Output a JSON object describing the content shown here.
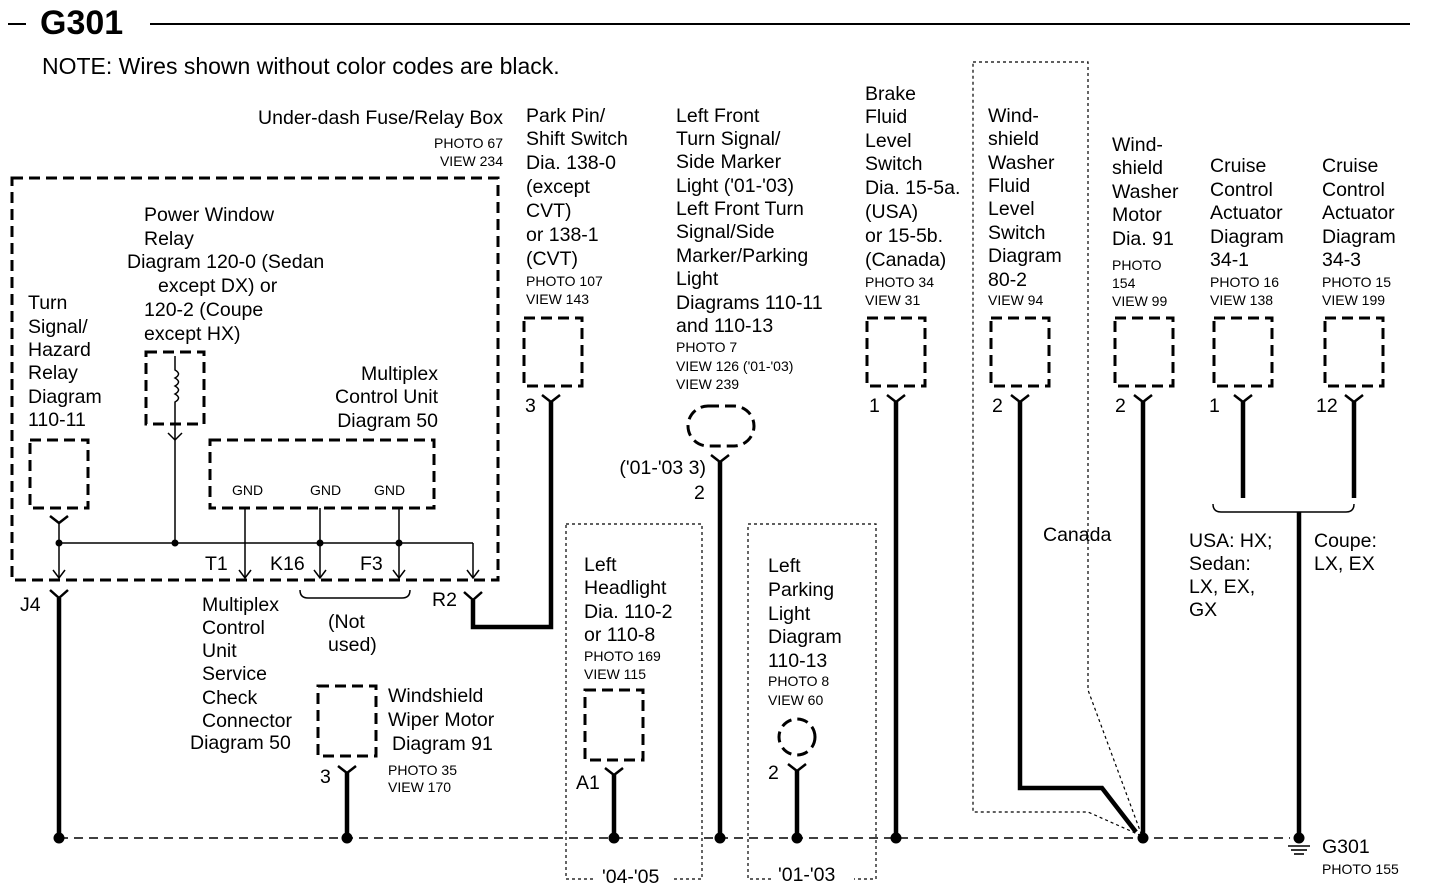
{
  "header": {
    "title": "G301",
    "note": "NOTE: Wires shown without color codes are black."
  },
  "fuse_box": {
    "title": "Under-dash Fuse/Relay Box",
    "photo": "PHOTO 67",
    "view": "VIEW 234",
    "power_window_relay": [
      "Power Window",
      "Relay",
      "Diagram 120-0 (Sedan",
      "except DX) or",
      "120-2 (Coupe",
      "except HX)"
    ],
    "turn_signal_relay": [
      "Turn",
      "Signal/",
      "Hazard",
      "Relay",
      "Diagram",
      "110-11"
    ],
    "multiplex_unit": [
      "Multiplex",
      "Control Unit",
      "Diagram  50"
    ],
    "gnd_labels": [
      "GND",
      "GND",
      "GND"
    ],
    "terminals": [
      "T1",
      "K16",
      "F3"
    ],
    "connector_j4": "J4",
    "connector_r2": "R2"
  },
  "not_used": [
    "(Not",
    "used)"
  ],
  "mcu_service": [
    "Multiplex",
    "Control",
    "Unit",
    "Service",
    "Check",
    "Connector",
    "Diagram 50"
  ],
  "wiper_motor": {
    "lines": [
      "Windshield",
      "Wiper Motor",
      "Diagram  91"
    ],
    "photo": "PHOTO 35",
    "view": "VIEW 170",
    "pin": "3"
  },
  "park_pin": {
    "lines": [
      "Park Pin/",
      "Shift Switch",
      "Dia. 138-0",
      "(except",
      "CVT)",
      "or 138-1",
      "(CVT)"
    ],
    "photo": "PHOTO 107",
    "view": "VIEW 143",
    "pin": "3"
  },
  "left_front_turn": {
    "lines": [
      "Left Front",
      "Turn Signal/",
      "Side Marker",
      "Light ('01-'03)",
      "Left Front Turn",
      "Signal/Side",
      "Marker/Parking",
      "Light",
      "Diagrams 110-11",
      "and 110-13"
    ],
    "photo": "PHOTO 7",
    "view1": "VIEW 126 ('01-'03)",
    "view2": "VIEW 239",
    "pin_alt": "('01-'03 3)",
    "pin": "2"
  },
  "left_headlight": {
    "lines": [
      "Left",
      "Headlight",
      "Dia. 110-2",
      "or 110-8"
    ],
    "photo": "PHOTO 169",
    "view": "VIEW 115",
    "pin": "A1",
    "years": "'04-'05"
  },
  "left_parking": {
    "lines": [
      "Left",
      "Parking",
      "Light",
      "Diagram",
      "110-13"
    ],
    "photo": "PHOTO 8",
    "view": "VIEW 60",
    "pin": "2",
    "years": "'01-'03"
  },
  "brake_fluid": {
    "lines": [
      "Brake",
      "Fluid",
      "Level",
      "Switch",
      "Dia. 15-5a.",
      "(USA)",
      "or 15-5b.",
      "(Canada)"
    ],
    "photo": "PHOTO 34",
    "view": "VIEW 31",
    "pin": "1"
  },
  "washer_fluid": {
    "lines": [
      "Wind-",
      "shield",
      "Washer",
      "Fluid",
      "Level",
      "Switch",
      "Diagram",
      "80-2"
    ],
    "view": "VIEW 94",
    "pin": "2",
    "region": "Canada"
  },
  "washer_motor": {
    "lines": [
      "Wind-",
      "shield",
      "Washer",
      "Motor",
      "Dia. 91"
    ],
    "photo1": "PHOTO",
    "photo2": "154",
    "view": "VIEW 99",
    "pin": "2"
  },
  "cruise1": {
    "lines": [
      "Cruise",
      "Control",
      "Actuator",
      "Diagram",
      "34-1"
    ],
    "photo": "PHOTO 16",
    "view": "VIEW 138",
    "pin": "1",
    "applies": [
      "USA:  HX;",
      "Sedan:",
      "LX, EX,",
      "GX"
    ]
  },
  "cruise2": {
    "lines": [
      "Cruise",
      "Control",
      "Actuator",
      "Diagram",
      "34-3"
    ],
    "photo": "PHOTO 15",
    "view": "VIEW 199",
    "pin": "12",
    "applies": [
      "Coupe:",
      "LX, EX"
    ]
  },
  "ground": {
    "name": "G301",
    "photo": "PHOTO 155"
  }
}
